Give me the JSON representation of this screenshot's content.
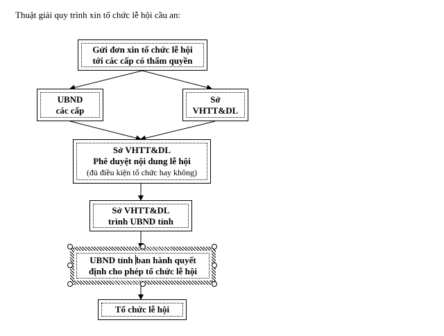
{
  "heading": "Thuật giải quy trình xin tổ chức lễ hội cầu an:",
  "nodes": {
    "n1": {
      "lines": [
        "Gửi đơn xin tổ chức lễ hội",
        "tới các cấp có thẩm quyền"
      ]
    },
    "n2": {
      "lines": [
        "UBND",
        "các cấp"
      ]
    },
    "n3": {
      "lines": [
        "Sở",
        "VHTT&DL"
      ]
    },
    "n4": {
      "lines": [
        "Sở VHTT&DL",
        "Phê duyệt nội dung lễ hội"
      ],
      "note": "(đủ điều kiện tổ chức hay không)"
    },
    "n5": {
      "lines": [
        "Sở VHTT&DL",
        "trình UBND tỉnh"
      ]
    },
    "n6": {
      "line1_a": "UBND tỉnh ",
      "line1_b": "ban hành quyết",
      "line2": "định cho phép tổ chức lễ hội"
    },
    "n7": {
      "lines": [
        "Tổ chức lễ hội"
      ]
    }
  }
}
